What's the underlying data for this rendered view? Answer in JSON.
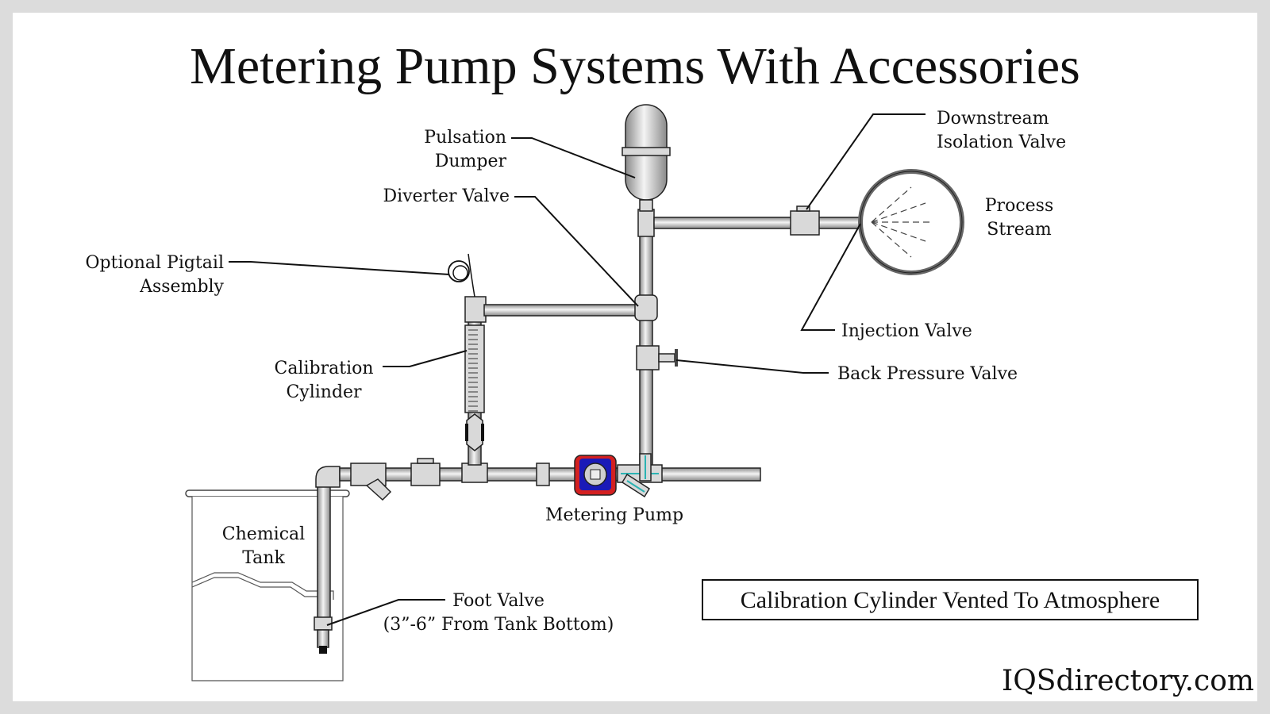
{
  "title": "Metering Pump Systems With Accessories",
  "labels": {
    "pulsation_dampener": [
      "Pulsation",
      "Dumper"
    ],
    "diverter_valve": "Diverter Valve",
    "optional_pigtail": [
      "Optional Pigtail",
      "Assembly"
    ],
    "calibration_cylinder": [
      "Calibration",
      "Cylinder"
    ],
    "chemical_tank": [
      "Chemical",
      "Tank"
    ],
    "foot_valve": [
      "Foot Valve",
      "(3”-6” From Tank Bottom)"
    ],
    "metering_pump": "Metering Pump",
    "downstream_isolation_valve": [
      "Downstream",
      "Isolation Valve"
    ],
    "process_stream": [
      "Process",
      "Stream"
    ],
    "injection_valve": "Injection Valve",
    "back_pressure_valve": "Back Pressure Valve"
  },
  "note": "Calibration Cylinder Vented To Atmosphere",
  "brand": "IQSdirectory.com",
  "colors": {
    "pump_outer": "#d42020",
    "pump_inner": "#1a1ab8",
    "valve_teal": "#2bb3b3"
  }
}
